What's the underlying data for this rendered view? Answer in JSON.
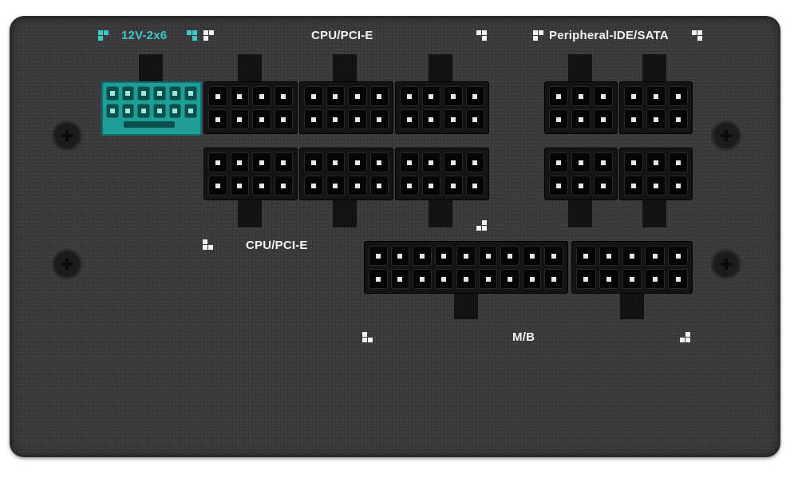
{
  "labels": {
    "top_left": "12V-2x6",
    "top_center": "CPU/PCI-E",
    "top_right": "Peripheral-IDE/SATA",
    "middle_left": "CPU/PCI-E",
    "bottom": "M/B"
  },
  "colors": {
    "panel": "#3a3a3c",
    "connector": "#141415",
    "accent_teal": "#3ec8c8",
    "label_text": "#f2f2f2"
  },
  "icons": [
    "screw-icon",
    "corner-mark-icon"
  ]
}
